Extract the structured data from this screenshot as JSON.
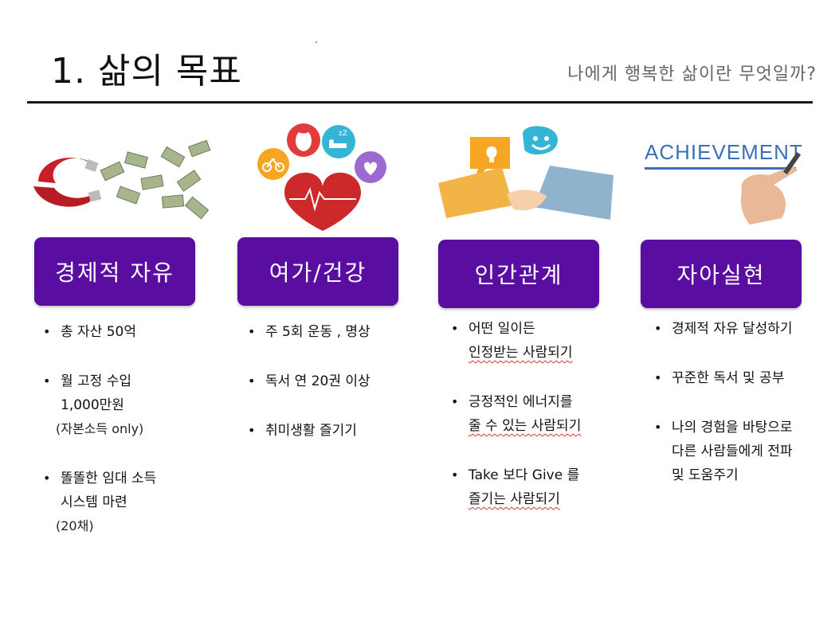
{
  "header": {
    "title": "1. 삶의 목표",
    "subtitle": "나에게 행복한 삶이란 무엇일까?"
  },
  "illustrations": {
    "achievement_word": "ACHIEVEMENT"
  },
  "columns": [
    {
      "category": "경제적 자유",
      "bullets": [
        {
          "lines": [
            "총 자산 50억"
          ]
        },
        {
          "lines": [
            "월 고정 수입",
            "1,000만원"
          ],
          "note": "(자본소득 only)"
        },
        {
          "lines": [
            "똘똘한 임대 소득",
            "시스템 마련"
          ],
          "note": "(20채)"
        }
      ]
    },
    {
      "category": "여가/건강",
      "bullets": [
        {
          "lines": [
            "주 5회 운동 , 명상"
          ]
        },
        {
          "lines": [
            "독서 연 20권 이상"
          ]
        },
        {
          "lines": [
            "취미생활 즐기기"
          ]
        }
      ]
    },
    {
      "category": "인간관계",
      "bullets": [
        {
          "lines": [
            "어떤 일이든",
            "인정받는 사람되기"
          ]
        },
        {
          "lines": [
            " 긍정적인 에너지를",
            "줄 수 있는 사람되기"
          ]
        },
        {
          "lines": [
            "Take 보다 Give 를",
            "즐기는 사람되기"
          ]
        }
      ]
    },
    {
      "category": "자아실현",
      "bullets": [
        {
          "lines": [
            "경제적 자유 달성하기"
          ]
        },
        {
          "lines": [
            "꾸준한 독서 및 공부"
          ]
        },
        {
          "lines": [
            "나의 경험을 바탕으로",
            "다른 사람들에게 전파",
            "및 도움주기"
          ]
        }
      ]
    }
  ],
  "colors": {
    "button": "#5a0ea1",
    "rule": "#1a1a1a"
  }
}
